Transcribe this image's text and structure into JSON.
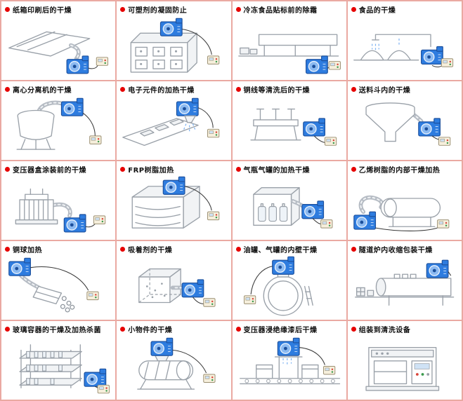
{
  "theme": {
    "background": "#ffffff",
    "grid_border_color": "#eaa9a2",
    "bullet_color": "#e60000",
    "blower_color": "#2e7cdf",
    "line_art_color": "#9aa1a9",
    "controller_color": "#f6efdc"
  },
  "cells": [
    {
      "label": "纸箱印刷后的干燥",
      "illustration": "carton-print-drying"
    },
    {
      "label": "可塑剂的凝固防止",
      "illustration": "plasticizer-solidification-prevention"
    },
    {
      "label": "冷冻食品贴标前的除霜",
      "illustration": "frozen-food-defrost"
    },
    {
      "label": "食品的干燥",
      "illustration": "food-drying"
    },
    {
      "label": "离心分离机的干燥",
      "illustration": "centrifuge-drying"
    },
    {
      "label": "电子元件的加热干燥",
      "illustration": "electronic-parts-heat-drying"
    },
    {
      "label": "铜线等清洗后的干燥",
      "illustration": "copper-wire-drying"
    },
    {
      "label": "送料斗内的干燥",
      "illustration": "feed-hopper-drying"
    },
    {
      "label": "变压器盒涂装前的干燥",
      "illustration": "transformer-case-drying"
    },
    {
      "label": "FRP树脂加热",
      "illustration": "frp-resin-heating"
    },
    {
      "label": "气瓶气罐的加热干燥",
      "illustration": "gas-cylinder-heat-drying"
    },
    {
      "label": "乙烯树脂的内部干燥加热",
      "illustration": "vinyl-resin-internal-drying"
    },
    {
      "label": "铜球加热",
      "illustration": "copper-ball-heating"
    },
    {
      "label": "吸着剂的干燥",
      "illustration": "adsorbent-drying"
    },
    {
      "label": "油罐、气罐的内壁干燥",
      "illustration": "tank-inner-wall-drying"
    },
    {
      "label": "隧道炉内收缩包装干燥",
      "illustration": "tunnel-shrink-wrap-drying"
    },
    {
      "label": "玻璃容器的干燥及加热杀菌",
      "illustration": "glass-container-drying-sterilizing"
    },
    {
      "label": "小物件的干燥",
      "illustration": "small-parts-drying"
    },
    {
      "label": "变压器浸绝缘漆后干燥",
      "illustration": "transformer-varnish-drying"
    },
    {
      "label": "组装到清洗设备",
      "illustration": "built-into-cleaning-equipment"
    }
  ]
}
